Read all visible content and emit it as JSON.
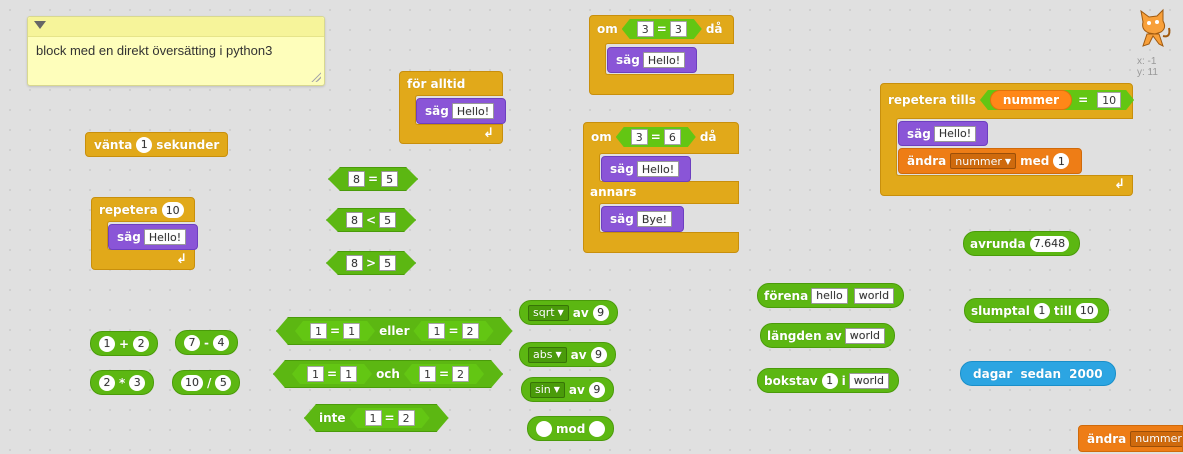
{
  "note": {
    "text": "block med en direkt översätting i python3"
  },
  "sprite": {
    "x_label": "x: -1",
    "y_label": "y: 11"
  },
  "blocks": {
    "wait": {
      "label1": "vänta",
      "value": "1",
      "label2": "sekunder"
    },
    "repeat": {
      "label": "repetera",
      "value": "10",
      "say_label": "säg",
      "say_text": "Hello!"
    },
    "forever": {
      "label": "för alltid",
      "say_label": "säg",
      "say_text": "Hello!"
    },
    "eq": {
      "a": "8",
      "op": "=",
      "b": "5"
    },
    "lt": {
      "a": "8",
      "op": "<",
      "b": "5"
    },
    "gt": {
      "a": "8",
      "op": ">",
      "b": "5"
    },
    "if1": {
      "label1": "om",
      "a": "3",
      "op": "=",
      "b": "3",
      "label2": "då",
      "say_label": "säg",
      "say_text": "Hello!"
    },
    "if2": {
      "label1": "om",
      "a": "3",
      "op": "=",
      "b": "6",
      "label2": "då",
      "say_label": "säg",
      "say_text": "Hello!",
      "else_label": "annars",
      "say2_label": "säg",
      "say2_text": "Bye!"
    },
    "repeat_until": {
      "label1": "repetera",
      "label2": "tills",
      "var": "nummer",
      "op": "=",
      "val": "10",
      "say_label": "säg",
      "say_text": "Hello!",
      "change_label": "ändra",
      "change_var": "nummer",
      "change_with": "med",
      "change_val": "1"
    },
    "add": {
      "a": "1",
      "op": "+",
      "b": "2"
    },
    "sub": {
      "a": "7",
      "op": "-",
      "b": "4"
    },
    "mul": {
      "a": "2",
      "op": "*",
      "b": "3"
    },
    "div": {
      "a": "10",
      "op": "/",
      "b": "5"
    },
    "or": {
      "a": "1",
      "op1": "=",
      "b": "1",
      "label": "eller",
      "c": "1",
      "op2": "=",
      "d": "2"
    },
    "and": {
      "a": "1",
      "op1": "=",
      "b": "1",
      "label": "och",
      "c": "1",
      "op2": "=",
      "d": "2"
    },
    "not": {
      "label": "inte",
      "a": "1",
      "op": "=",
      "b": "2"
    },
    "sqrt": {
      "func": "sqrt",
      "label": "av",
      "val": "9"
    },
    "abs": {
      "func": "abs",
      "label": "av",
      "val": "9"
    },
    "sin": {
      "func": "sin",
      "label": "av",
      "val": "9"
    },
    "mod": {
      "label": "mod"
    },
    "join": {
      "label": "förena",
      "a": "hello",
      "b": "world"
    },
    "length": {
      "label": "längden av",
      "a": "world"
    },
    "letter": {
      "label1": "bokstav",
      "idx": "1",
      "label2": "i",
      "a": "world"
    },
    "round": {
      "label": "avrunda",
      "val": "7.648"
    },
    "random": {
      "label1": "slumptal",
      "a": "1",
      "label2": "till",
      "b": "10"
    },
    "days": {
      "label": "dagar sedan 2000"
    },
    "change_partial": {
      "label": "ändra",
      "var": "nummer"
    }
  },
  "colors": {
    "control": "#e1a91a",
    "looks": "#8a55d7",
    "operators": "#5cb712",
    "data": "#ee7d16",
    "sensing": "#2ca5e2"
  },
  "icons": {
    "sprite": "scratch-cat-icon",
    "c_arrow": "loop-arrow-icon"
  }
}
